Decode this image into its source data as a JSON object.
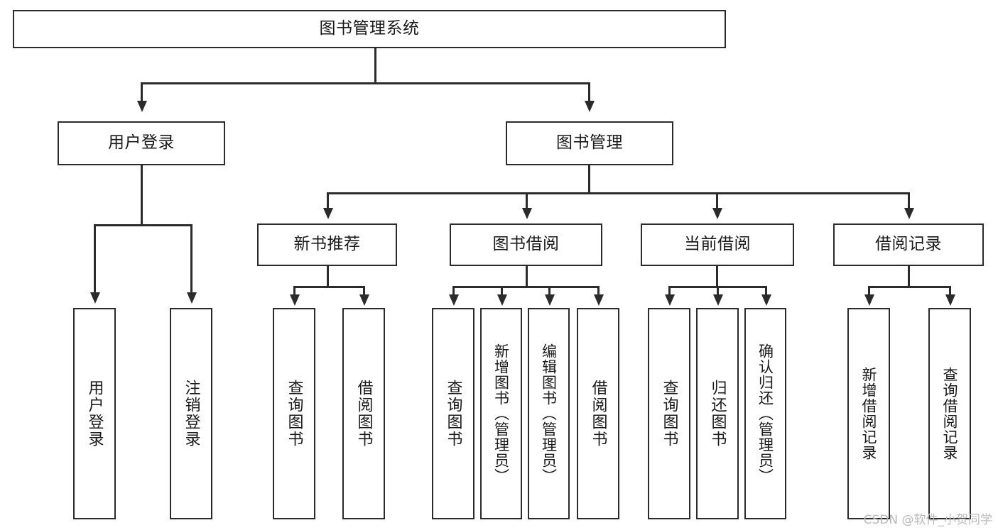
{
  "diagram": {
    "type": "tree-hierarchy",
    "title": "图书管理系统",
    "watermark": "CSDN @软件_小贺同学",
    "colors": {
      "stroke": "#2b2b2b",
      "fill": "#ffffff",
      "text": "#1a1a1a",
      "watermark": "#b9b9b9"
    },
    "levels": {
      "level1": [
        {
          "id": "root",
          "label": "图书管理系统"
        }
      ],
      "level2": [
        {
          "id": "user-login",
          "label": "用户登录"
        },
        {
          "id": "book-management",
          "label": "图书管理"
        }
      ],
      "level3": [
        {
          "id": "new-book-recommend",
          "label": "新书推荐",
          "parent": "book-management"
        },
        {
          "id": "book-borrow",
          "label": "图书借阅",
          "parent": "book-management"
        },
        {
          "id": "current-borrow",
          "label": "当前借阅",
          "parent": "book-management"
        },
        {
          "id": "borrow-record",
          "label": "借阅记录",
          "parent": "book-management"
        }
      ],
      "leaves": {
        "user-login": [
          {
            "id": "leaf-user-login",
            "label": "用户登录"
          },
          {
            "id": "leaf-user-logout",
            "label": "注销登录"
          }
        ],
        "new-book-recommend": [
          {
            "id": "leaf-query-book-1",
            "label": "查询图书"
          },
          {
            "id": "leaf-borrow-book-1",
            "label": "借阅图书"
          }
        ],
        "book-borrow": [
          {
            "id": "leaf-query-book-2",
            "label": "查询图书"
          },
          {
            "id": "leaf-add-book",
            "label": "新增图书（管理员）"
          },
          {
            "id": "leaf-edit-book",
            "label": "编辑图书（管理员）"
          },
          {
            "id": "leaf-borrow-book-2",
            "label": "借阅图书"
          }
        ],
        "current-borrow": [
          {
            "id": "leaf-query-book-3",
            "label": "查询图书"
          },
          {
            "id": "leaf-return-book",
            "label": "归还图书"
          },
          {
            "id": "leaf-confirm-return",
            "label": "确认归还（管理员）"
          }
        ],
        "borrow-record": [
          {
            "id": "leaf-add-record",
            "label": "新增借阅记录"
          },
          {
            "id": "leaf-query-record",
            "label": "查询借阅记录"
          }
        ]
      }
    }
  }
}
